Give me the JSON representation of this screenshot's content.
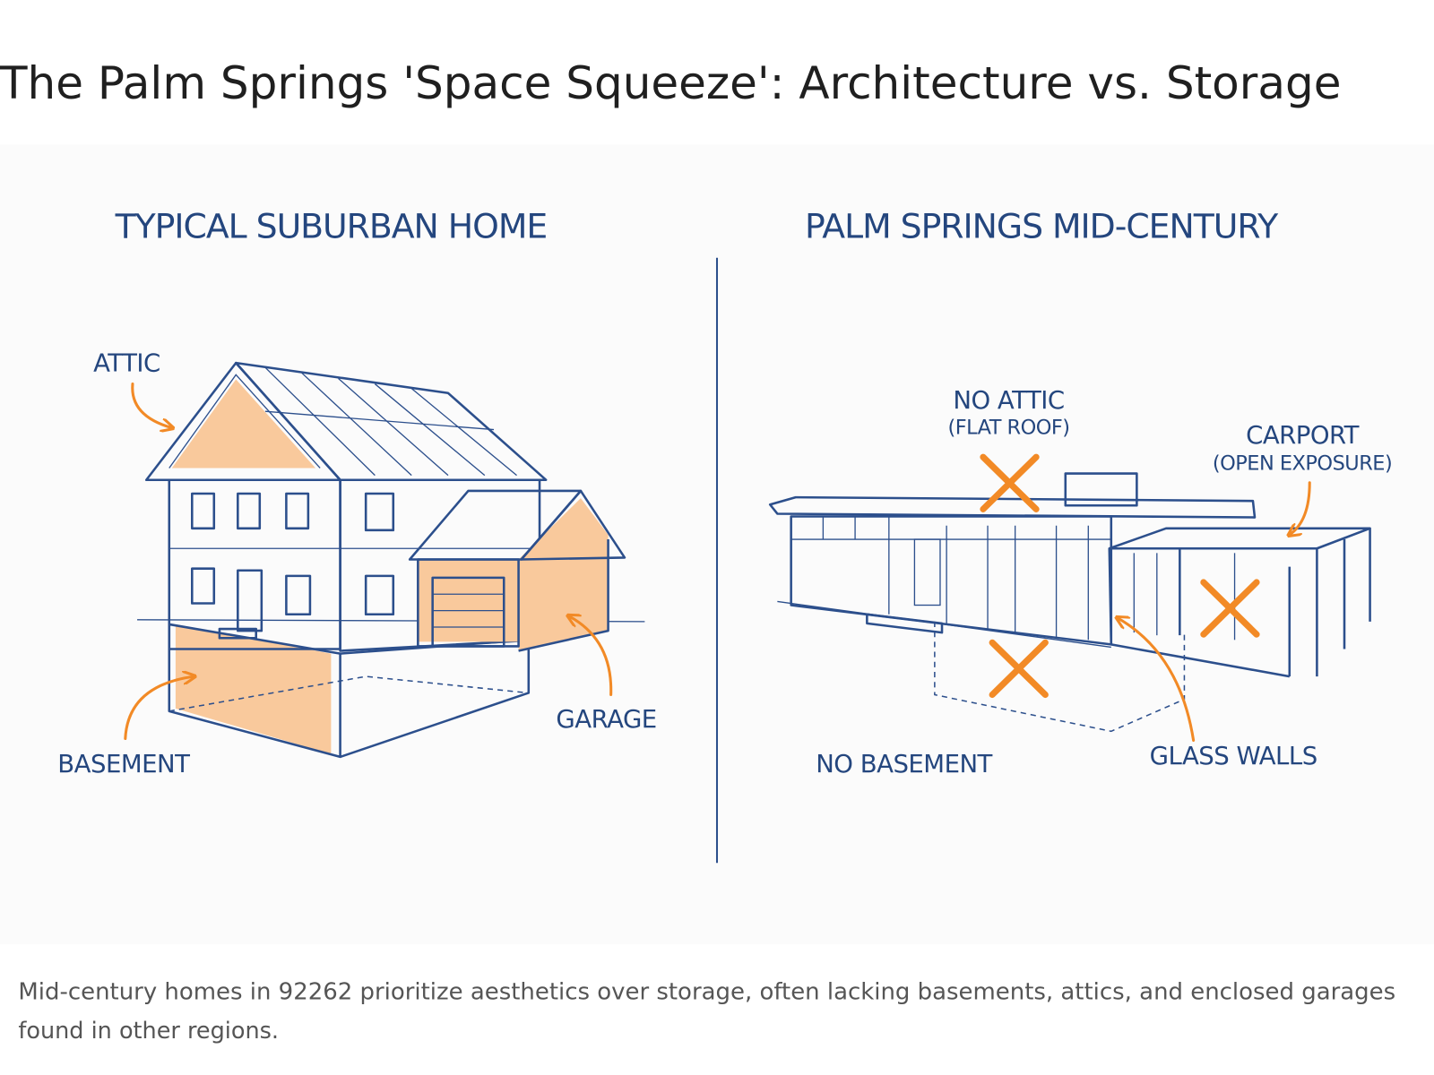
{
  "title": "The Palm Springs 'Space Squeeze': Architecture vs. Storage",
  "left_panel": {
    "heading": "TYPICAL SUBURBAN HOME",
    "labels": {
      "attic": "ATTIC",
      "basement": "BASEMENT",
      "garage": "GARAGE"
    }
  },
  "right_panel": {
    "heading": "PALM SPRINGS MID-CENTURY",
    "labels": {
      "no_attic": "NO ATTIC",
      "no_attic_note": "(FLAT ROOF)",
      "carport": "CARPORT",
      "carport_note": "(OPEN EXPOSURE)",
      "no_basement": "NO BASEMENT",
      "glass_walls": "GLASS WALLS"
    }
  },
  "caption": {
    "line1": "Mid-century homes in 92262 prioritize aesthetics over storage, often lacking basements, attics, and enclosed garages",
    "line2": "found in other regions."
  },
  "colors": {
    "blue": "#24467e",
    "orange": "#f28a26",
    "orange_fill": "#f9c99c"
  }
}
